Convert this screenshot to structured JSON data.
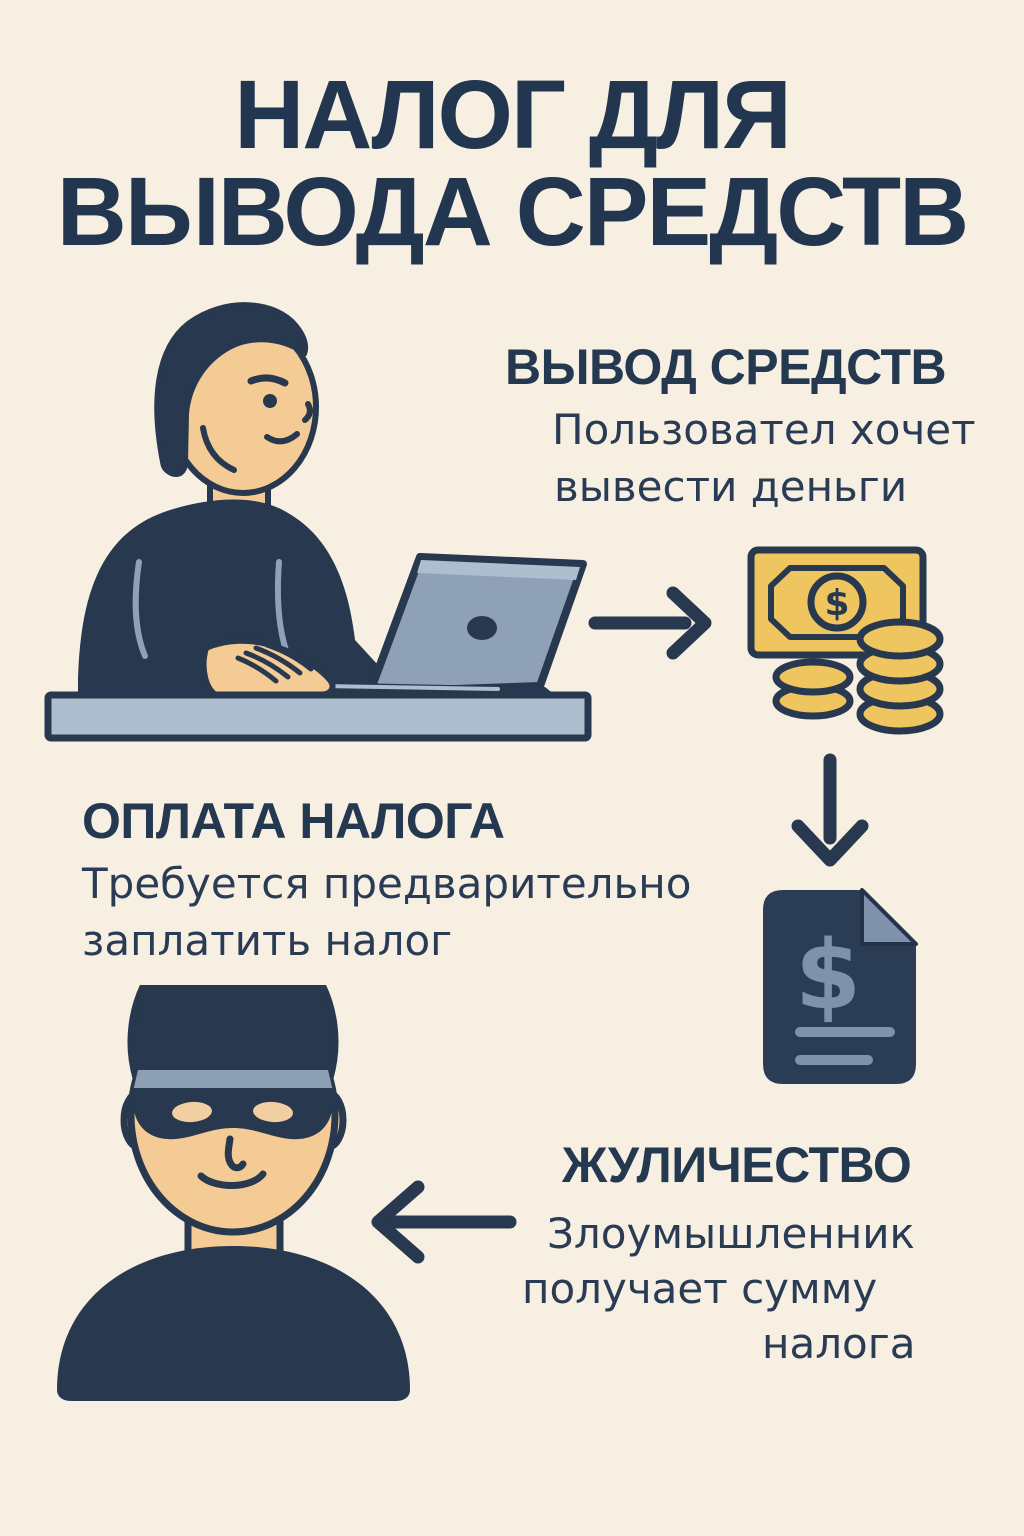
{
  "title": {
    "line1": "НАЛОГ ДЛЯ",
    "line2": "ВЫВОДА СРЕДСТВ"
  },
  "steps": {
    "withdraw": {
      "heading": "ВЫВОД СРЕДСТВ",
      "body_line1": "Пользовател хочет",
      "body_line2": "вывести деньги"
    },
    "tax": {
      "heading": "ОПЛАТА НАЛОГА",
      "body_line1": "Требуется предварительно",
      "body_line2": "заплатить налог"
    },
    "fraud": {
      "heading": "ЖУЛИЧЕСТВО",
      "body_line1": "Злоумышленник",
      "body_line2": "получает сумму",
      "body_line3": "налога"
    }
  },
  "icons": {
    "dollar_symbol": "$",
    "arrow_right": "→",
    "arrow_down": "↓",
    "arrow_left": "←"
  },
  "colors": {
    "background": "#F6EFE2",
    "navy": "#27384F",
    "text_navy": "#24384F",
    "blue_gray": "#8FA1B6",
    "light_blue_gray": "#AEBECE",
    "skin": "#F4CB94",
    "money_yellow": "#EFC55F",
    "document_navy": "#2B3D55",
    "document_detail": "#7E93AB"
  }
}
